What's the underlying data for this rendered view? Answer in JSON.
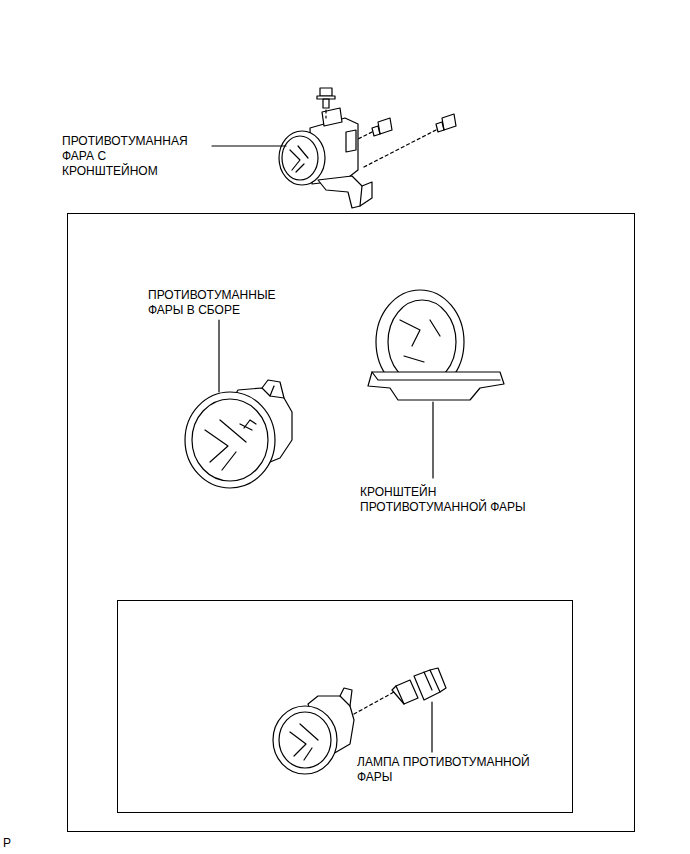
{
  "diagram": {
    "nodes": [
      {
        "text": [
          "ПРОТИВОТУМАННЫЕ ФАРЫ В СБОРЕ",
          "КРОНШТЕЙН ПРОТИВОТУМАННОЙ ФАРЫ"
        ]
      },
      {
        "text": [
          "ЛАМПА ПРОТИВОТУМАННОЙ ФАРЫ"
        ],
        "in": 0
      }
    ],
    "labels": [
      "ПРОТИВОТУМАННАЯ ФАРА С КРОНШТЕЙНОМ",
      "P"
    ]
  }
}
